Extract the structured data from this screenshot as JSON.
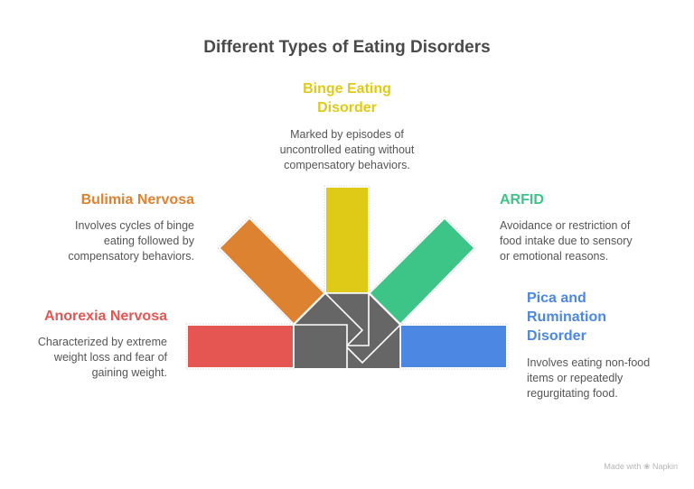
{
  "title": "Different Types of Eating Disorders",
  "items": [
    {
      "name": "Anorexia Nervosa",
      "description_lines": [
        "Characterized by extreme",
        "weight loss and fear of",
        "gaining weight."
      ],
      "color": "#e55653"
    },
    {
      "name": "Bulimia Nervosa",
      "description_lines": [
        "Involves cycles of binge",
        "eating followed by",
        "compensatory behaviors."
      ],
      "color": "#dd8230"
    },
    {
      "name_lines": [
        "Binge Eating",
        "Disorder"
      ],
      "description_lines": [
        "Marked by episodes of",
        "uncontrolled eating without",
        "compensatory behaviors."
      ],
      "color": "#dfcb17"
    },
    {
      "name": "ARFID",
      "description_lines": [
        "Avoidance or restriction of",
        "food intake due to sensory",
        "or emotional reasons."
      ],
      "color": "#3cc586"
    },
    {
      "name_lines": [
        "Pica and",
        "Rumination",
        "Disorder"
      ],
      "description_lines": [
        "Involves eating non-food",
        "items or repeatedly",
        "regurgitating food."
      ],
      "color": "#4b87e3"
    }
  ],
  "center_color": "#666666",
  "watermark": "Made with ❀ Napkin"
}
